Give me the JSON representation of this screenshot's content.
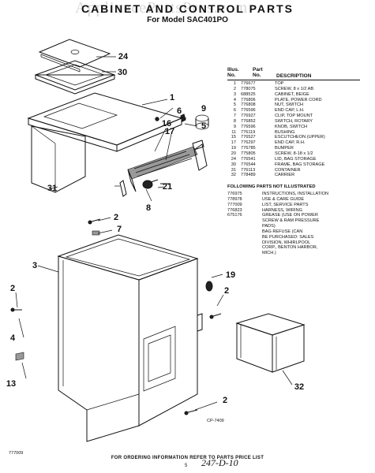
{
  "watermark": "AppliancePartsPros.com",
  "title": "CABINET AND CONTROL PARTS",
  "model_line": "For Model SAC401PO",
  "headers": {
    "illus_no": "Illus. No.",
    "part_no": "Part No.",
    "description": "DESCRIPTION"
  },
  "parts": [
    {
      "n": "1",
      "p": "776677",
      "d": "TOP"
    },
    {
      "n": "2",
      "p": "778075",
      "d": "SCREW, 8 x 1/2 AB"
    },
    {
      "n": "3",
      "p": "688525",
      "d": "CABINET, BEIGE"
    },
    {
      "n": "4",
      "p": "776806",
      "d": "PLATE, POWER CORD"
    },
    {
      "n": "5",
      "p": "776808",
      "d": "NUT, SWITCH"
    },
    {
      "n": "6",
      "p": "776596",
      "d": "END CAP, L.H."
    },
    {
      "n": "7",
      "p": "776927",
      "d": "CLIP, TOP MOUNT"
    },
    {
      "n": "8",
      "p": "776852",
      "d": "SWITCH, ROTARY"
    },
    {
      "n": "9",
      "p": "776596",
      "d": "KNOB, SWITCH"
    },
    {
      "n": "11",
      "p": "776119",
      "d": "BUSHING"
    },
    {
      "n": "15",
      "p": "776527",
      "d": "ESCUTCHEON (UPPER)"
    },
    {
      "n": "17",
      "p": "776297",
      "d": "END CAP, R.H."
    },
    {
      "n": "19",
      "p": "776785",
      "d": "BUMPER"
    },
    {
      "n": "20",
      "p": "775805",
      "d": "SCREW, 8-18 x 1/2"
    },
    {
      "n": "24",
      "p": "776541",
      "d": "LID, BAG STORAGE"
    },
    {
      "n": "30",
      "p": "776544",
      "d": "FRAME, BAG STORAGE"
    },
    {
      "n": "31",
      "p": "776113",
      "d": "CONTAINER"
    },
    {
      "n": "32",
      "p": "778489",
      "d": "CARRIER"
    }
  ],
  "following_note": "FOLLOWING PARTS NOT ILLUSTRATED",
  "other_parts": [
    {
      "p": "776975",
      "d": [
        "INSTRUCTIONS, INSTALLATION"
      ]
    },
    {
      "p": "778978",
      "d": [
        "USE & CARE GUIDE"
      ]
    },
    {
      "p": "777009",
      "d": [
        "LIST, SERVICE PARTS"
      ]
    },
    {
      "p": "776823",
      "d": [
        "HARNESS, WIRING"
      ]
    },
    {
      "p": "675176",
      "d": [
        "GREASE (USE ON POWER",
        "SCREW & RAM PRESSURE",
        "PADS)",
        "BAG REFUSE (CAN",
        "BE PURCHASED: SALES",
        "DIVISION, WHIRLPOOL",
        "CORP., BENTON HARBOR,",
        "MICH.)"
      ]
    }
  ],
  "callouts": {
    "c24": "24",
    "c30": "30",
    "c1": "1",
    "c16": "16",
    "c17": "17",
    "c6": "6",
    "c9": "9",
    "c5": "5",
    "c31": "31",
    "c21": "21",
    "c8": "8",
    "c2a": "2",
    "c7": "7",
    "c3": "3",
    "c2b": "2",
    "c4": "4",
    "c13": "13",
    "c19": "19",
    "c2c": "2",
    "c32": "32",
    "c2d": "2"
  },
  "figure_code": "CP-7409",
  "footer": "FOR ORDERING INFORMATION REFER TO PARTS PRICE LIST",
  "doc_code": "777009",
  "page_number": "5",
  "handwritten": "247-D-10"
}
